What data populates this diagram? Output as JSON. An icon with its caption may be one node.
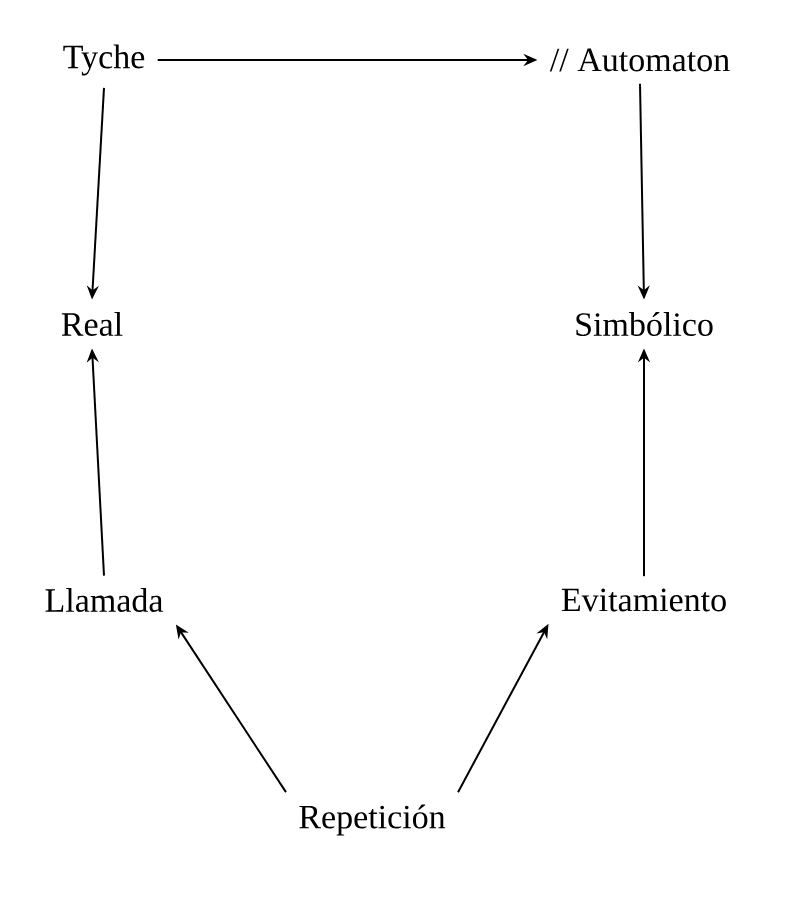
{
  "diagram": {
    "nodes": [
      {
        "text": [
          "Tyche"
        ]
      },
      {
        "text": [
          "// Automaton"
        ]
      },
      {
        "text": [
          "Real"
        ]
      },
      {
        "text": [
          "Simbólico"
        ]
      },
      {
        "text": [
          "Llamada"
        ]
      },
      {
        "text": [
          "Evitamiento"
        ]
      },
      {
        "text": [
          "Repetición"
        ]
      }
    ],
    "edges": [
      {
        "from": 0,
        "to": 1,
        "arrow": "to"
      },
      {
        "from": 0,
        "to": 2,
        "arrow": "to"
      },
      {
        "from": 1,
        "to": 3,
        "arrow": "to"
      },
      {
        "from": 4,
        "to": 2,
        "arrow": "to"
      },
      {
        "from": 5,
        "to": 3,
        "arrow": "to"
      },
      {
        "from": 6,
        "to": 4,
        "arrow": "to"
      },
      {
        "from": 6,
        "to": 5,
        "arrow": "to"
      }
    ]
  }
}
